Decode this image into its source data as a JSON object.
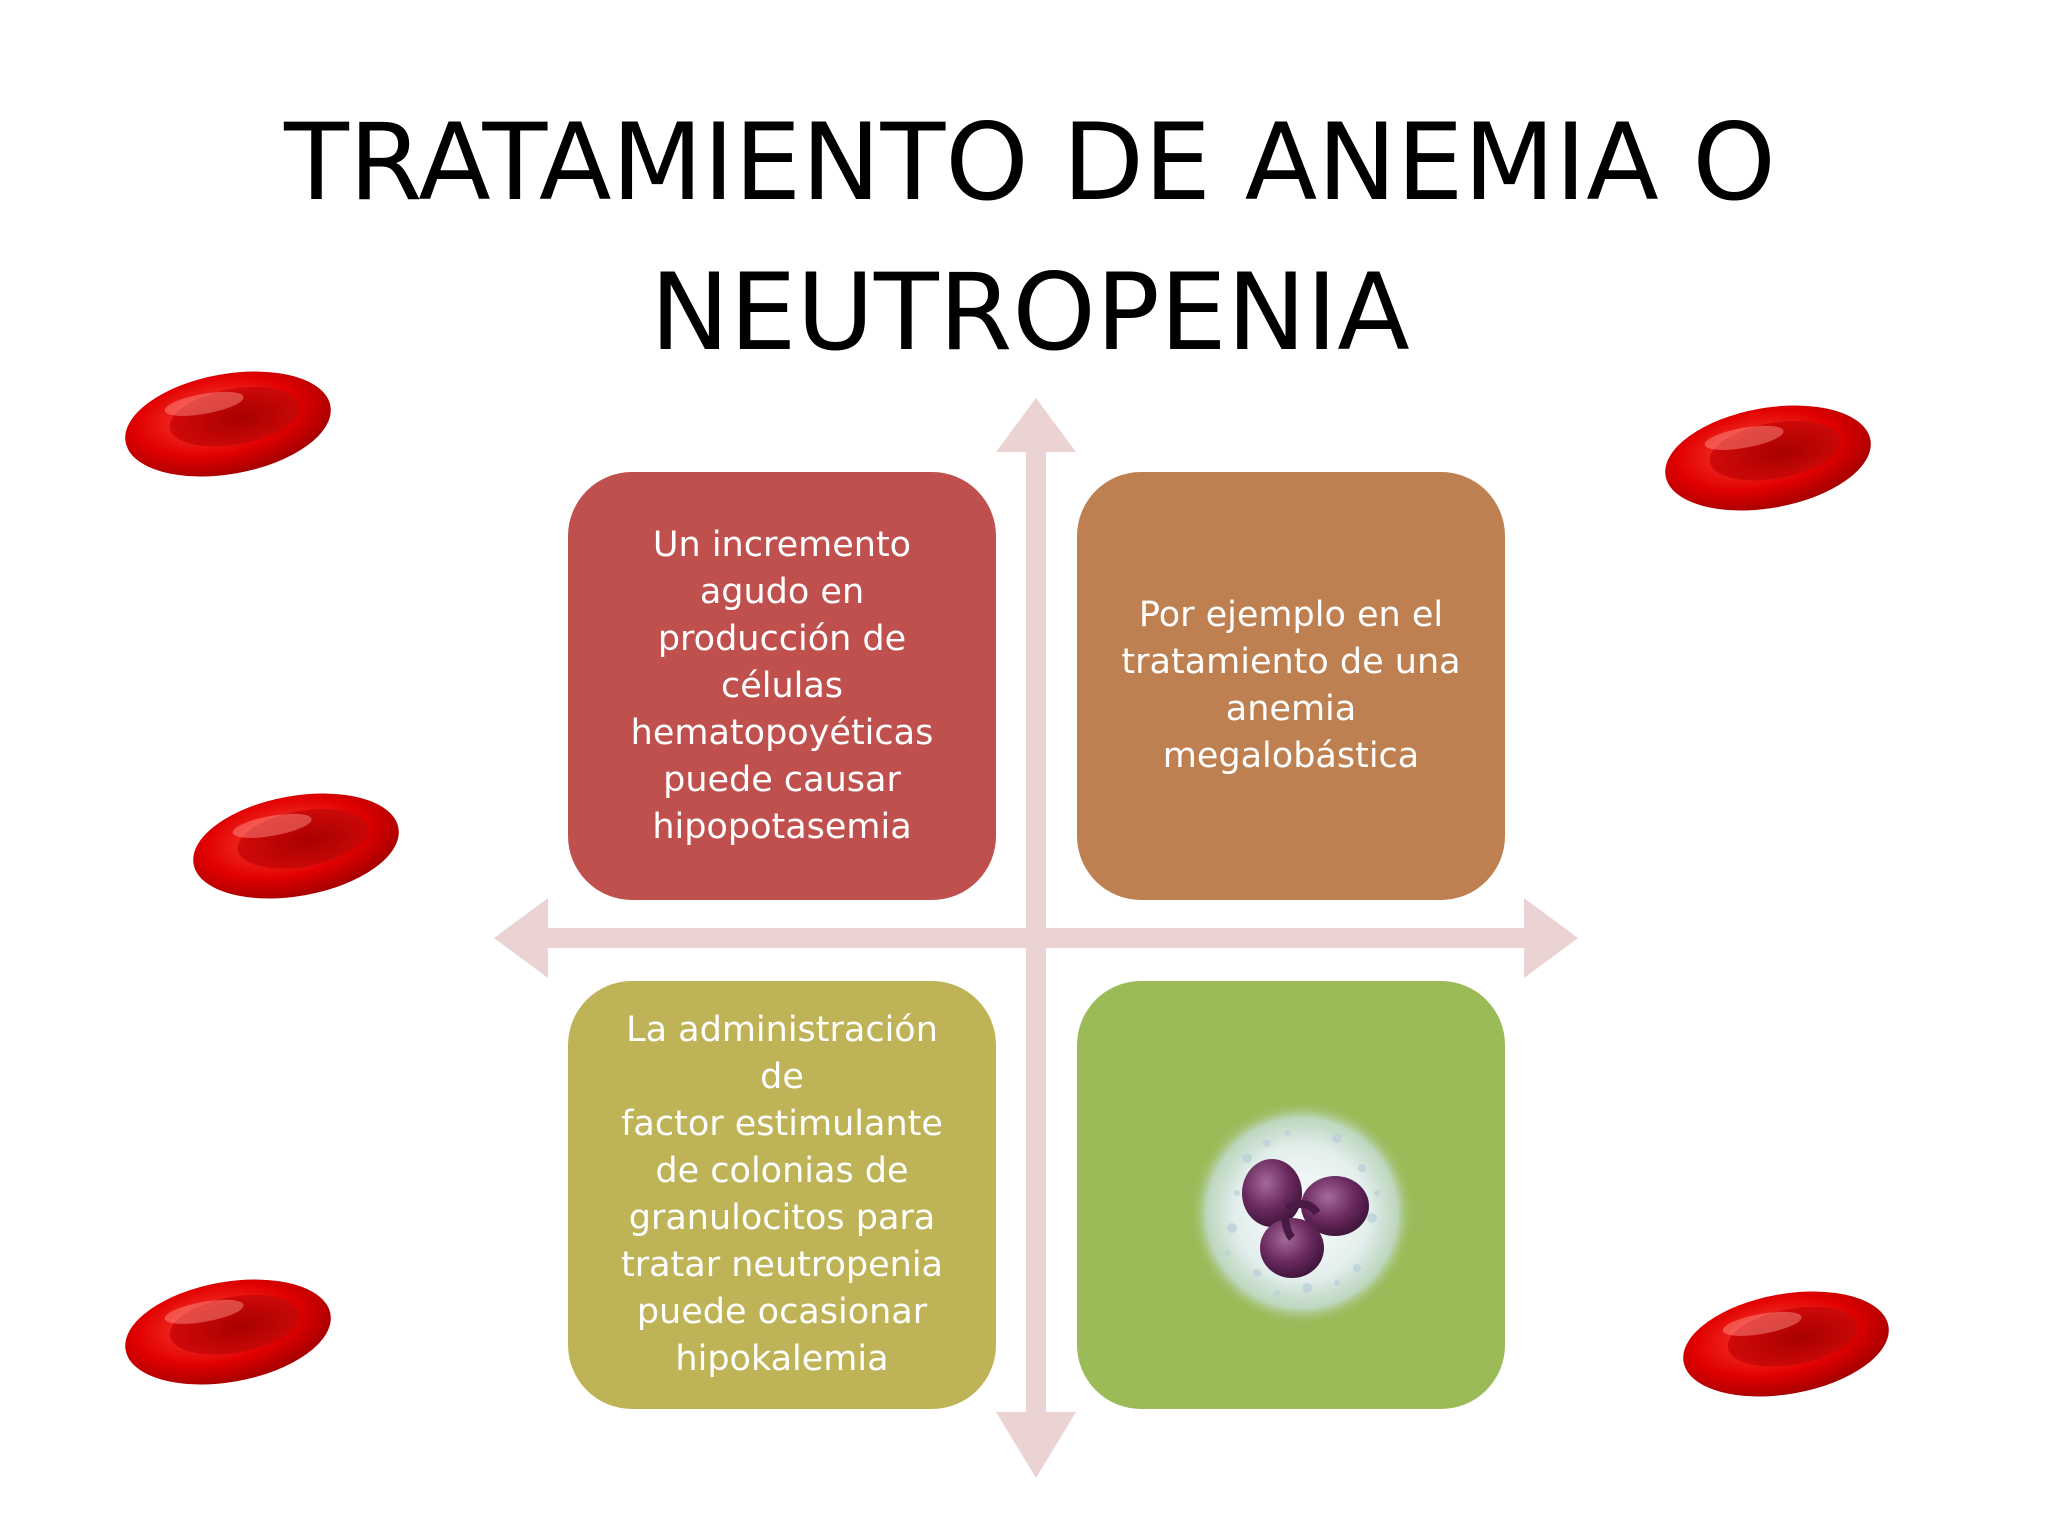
{
  "slide": {
    "title_line_1": "TRATAMIENTO DE ANEMIA O",
    "title_line_2": "NEUTROPENIA",
    "cards": [
      {
        "text": "Un incremento\nagudo en\nproducción de\ncélulas\nhematopoyéticas\npuede causar\nhipopotasemia",
        "color": "#C0504D"
      },
      {
        "text": "Por ejemplo en el\ntratamiento de una\nanemia\nmegalobástica",
        "color": "#BE8050"
      },
      {
        "text": "La administración de\nfactor estimulante\nde colonias de\ngranulocitos para\ntratar neutropenia\npuede ocasionar\nhipokalemia",
        "color": "#BFB357"
      },
      {
        "text": "",
        "color": "#9BBB59",
        "image": "neutrophil-cell-image"
      }
    ],
    "decorations": {
      "red_blood_cell_color": "#E00000",
      "arrow_color": "#EBD3D3"
    }
  }
}
